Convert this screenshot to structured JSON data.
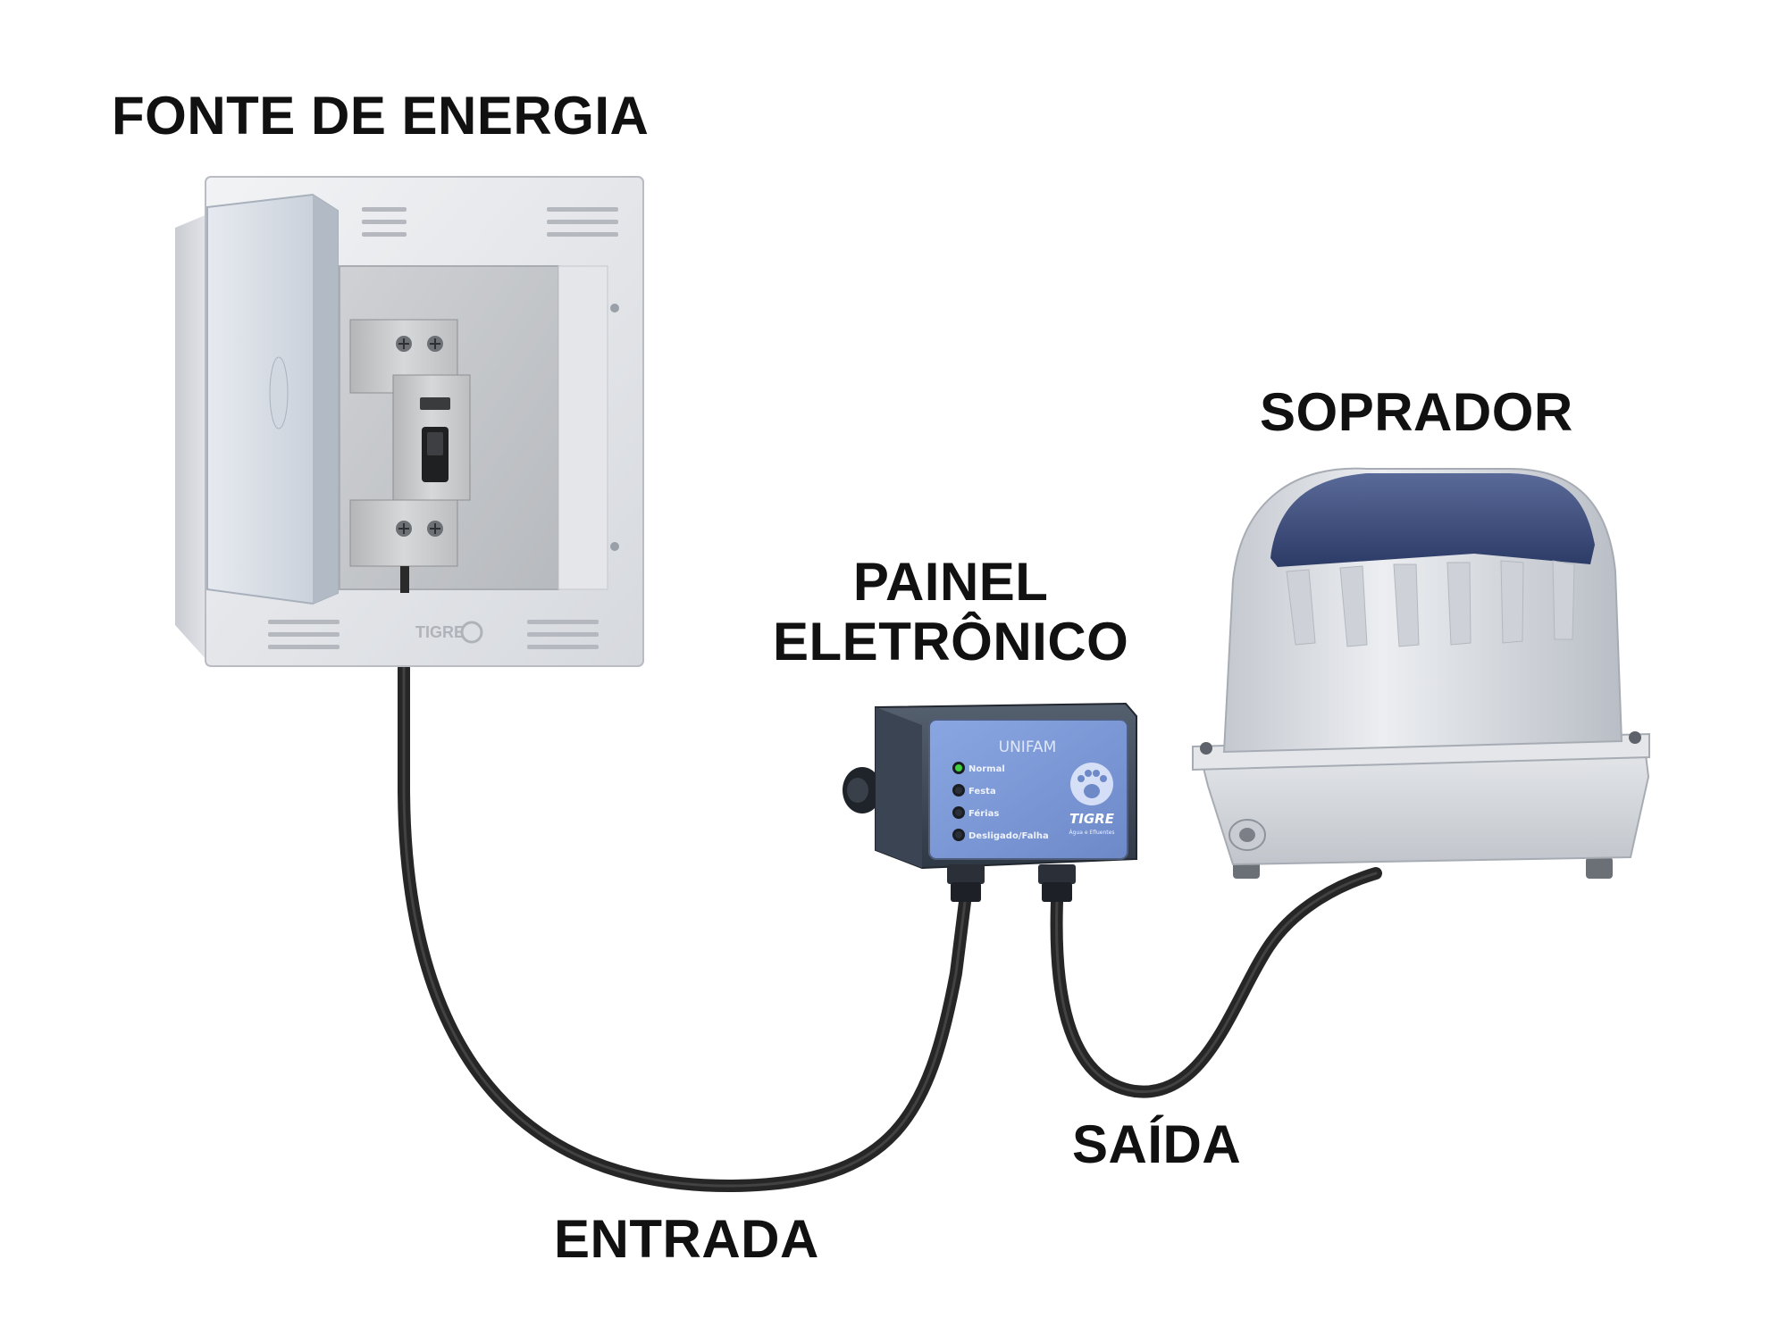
{
  "labels": {
    "power_source": "FONTE DE ENERGIA",
    "blower": "SOPRADOR",
    "panel_line1": "PAINEL",
    "panel_line2": "ELETRÔNICO",
    "input": "ENTRADA",
    "output": "SAÍDA"
  },
  "panel_device": {
    "brand": "UNIFAM",
    "leds": [
      {
        "label": "Normal",
        "lit": true,
        "color": "#3fd13f"
      },
      {
        "label": "Festa",
        "lit": false
      },
      {
        "label": "Férias",
        "lit": false
      },
      {
        "label": "Desligado/Falha",
        "lit": false
      }
    ],
    "logo_text": "TIGRE",
    "logo_sub": "Água e Efluentes",
    "logo_icon": "paw-icon"
  },
  "breaker_box": {
    "brand_mark": "TIGRE"
  },
  "colors": {
    "panel_face": "#7d9ad6",
    "panel_body": "#3f4a59",
    "blower_cap": "#3a4a78",
    "cable": "#2a2a2a"
  }
}
